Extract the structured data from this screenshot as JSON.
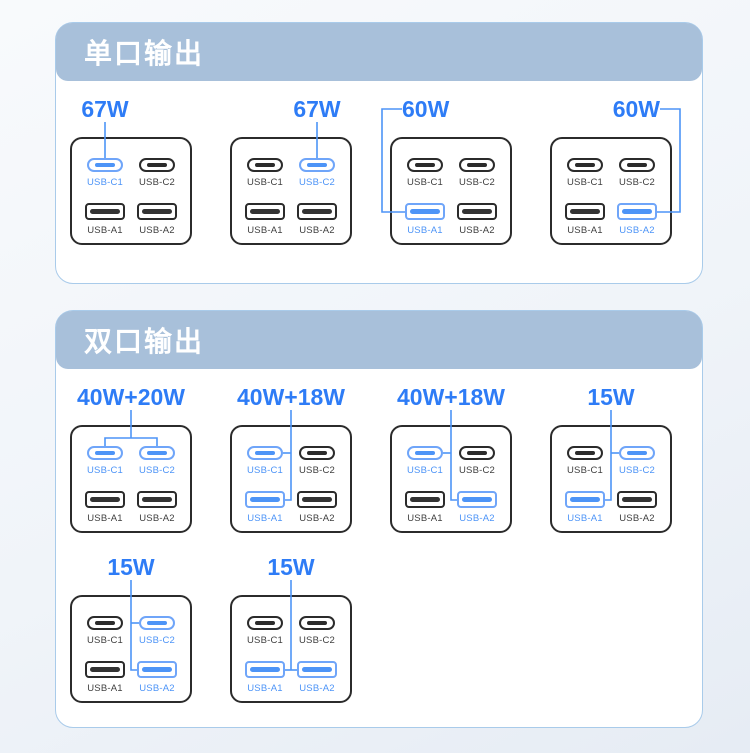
{
  "colors": {
    "accent_blue": "#2E7CF6",
    "connector_blue": "#4D94F7",
    "port_highlight_border": "#6FA5F9",
    "port_highlight_fill": "#4D94F7",
    "port_dark": "#2B2B2B",
    "banner_bg": "#A8C0DA",
    "card_border": "#A9CBEA"
  },
  "port_labels": {
    "C1": "USB-C1",
    "C2": "USB-C2",
    "A1": "USB-A1",
    "A2": "USB-A2"
  },
  "sections": [
    {
      "title": "单口输出",
      "items": [
        {
          "label": "67W",
          "active": [
            "C1"
          ]
        },
        {
          "label": "67W",
          "active": [
            "C2"
          ]
        },
        {
          "label": "60W",
          "active": [
            "A1"
          ]
        },
        {
          "label": "60W",
          "active": [
            "A2"
          ]
        }
      ]
    },
    {
      "title": "双口输出",
      "items": [
        {
          "label": "40W+20W",
          "active": [
            "C1",
            "C2"
          ]
        },
        {
          "label": "40W+18W",
          "active": [
            "C1",
            "A1"
          ]
        },
        {
          "label": "40W+18W",
          "active": [
            "C1",
            "A2"
          ]
        },
        {
          "label": "15W",
          "active": [
            "C2",
            "A1"
          ]
        },
        {
          "label": "15W",
          "active": [
            "C2",
            "A2"
          ]
        },
        {
          "label": "15W",
          "active": [
            "A1",
            "A2"
          ]
        }
      ]
    }
  ]
}
